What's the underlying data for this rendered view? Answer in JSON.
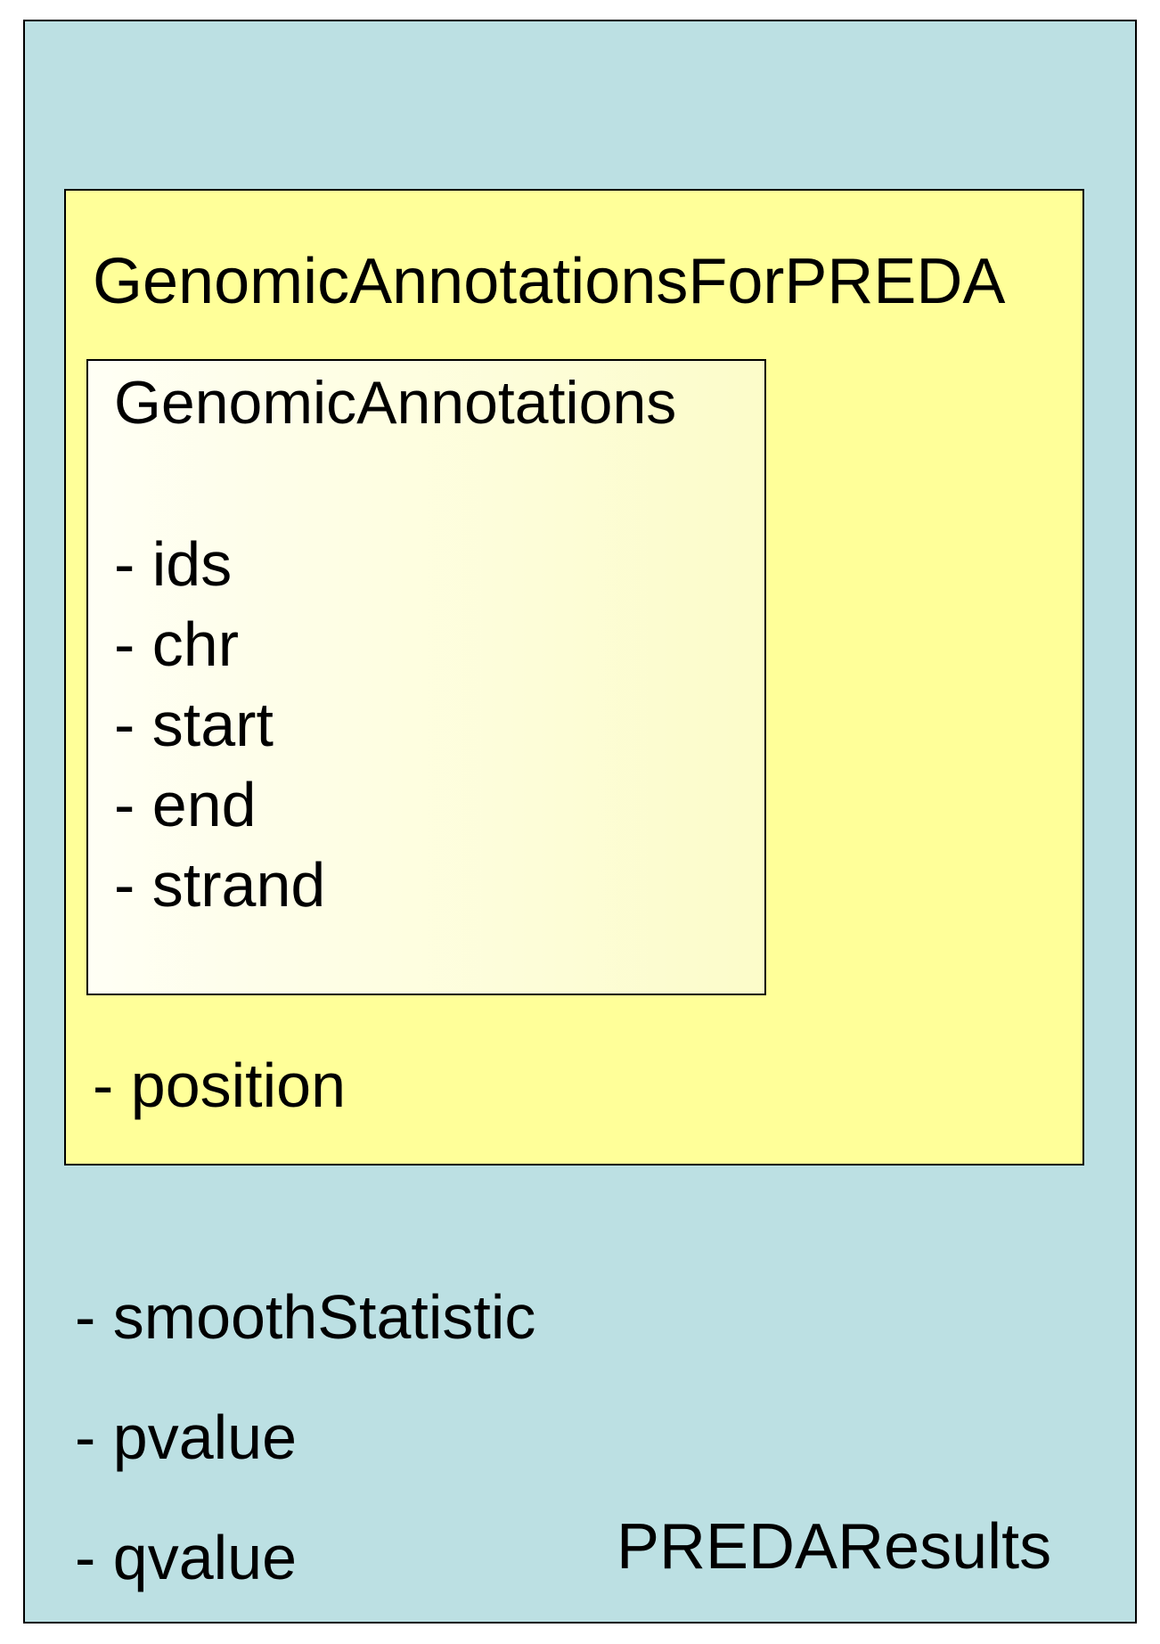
{
  "colors": {
    "outer_fill": "#bce0e3",
    "middle_fill": "#ffff99",
    "inner_fill_left": "#fffff5",
    "inner_fill_right": "#fcfcc9",
    "border": "#000000"
  },
  "outer": {
    "title": "PREDAResults",
    "fields": [
      "- smoothStatistic",
      "- pvalue",
      "- qvalue"
    ]
  },
  "middle": {
    "title": "GenomicAnnotationsForPREDA",
    "fields": [
      "- position"
    ]
  },
  "inner": {
    "title": "GenomicAnnotations",
    "fields": [
      "- ids",
      "- chr",
      "- start",
      "- end",
      "- strand"
    ]
  }
}
